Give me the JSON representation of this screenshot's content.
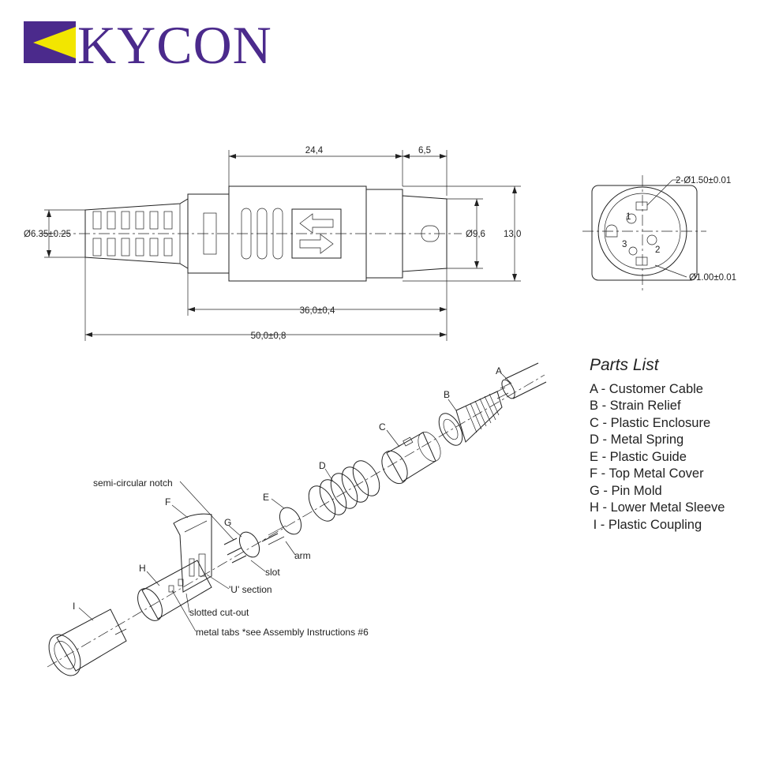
{
  "logo": {
    "text": "KYCON",
    "colors": {
      "purple": "#4b2a8c",
      "yellow": "#f2e600"
    }
  },
  "side_view": {
    "dimensions": {
      "length_24": "24,4",
      "length_6": "6,5",
      "cable_dia": "Ø6.35±0.25",
      "plug_dia": "Ø9,6",
      "height": "13,0",
      "length_36": "36,0±0,4",
      "length_50": "50,0±0,8"
    }
  },
  "end_view": {
    "pin_dia_top": "2-Ø1.50±0.01",
    "pin_dia_bottom": "Ø1.00±0.01",
    "pins": [
      "1",
      "2",
      "3"
    ]
  },
  "exploded_labels": {
    "A": "A",
    "B": "B",
    "C": "C",
    "D": "D",
    "E": "E",
    "F": "F",
    "G": "G",
    "H": "H",
    "I": "I",
    "notch": "semi-circular notch",
    "arm": "arm",
    "slot": "slot",
    "u_section": "'U' section",
    "slotted_cutout": "slotted cut-out",
    "metal_tabs": "metal tabs *see Assembly Instructions #6"
  },
  "parts_list": {
    "title": "Parts List",
    "items": [
      "A - Customer Cable",
      "B - Strain Relief",
      "C - Plastic Enclosure",
      "D - Metal Spring",
      "E - Plastic Guide",
      "F - Top Metal Cover",
      "G - Pin Mold",
      "H - Lower Metal Sleeve",
      " I - Plastic Coupling"
    ]
  }
}
